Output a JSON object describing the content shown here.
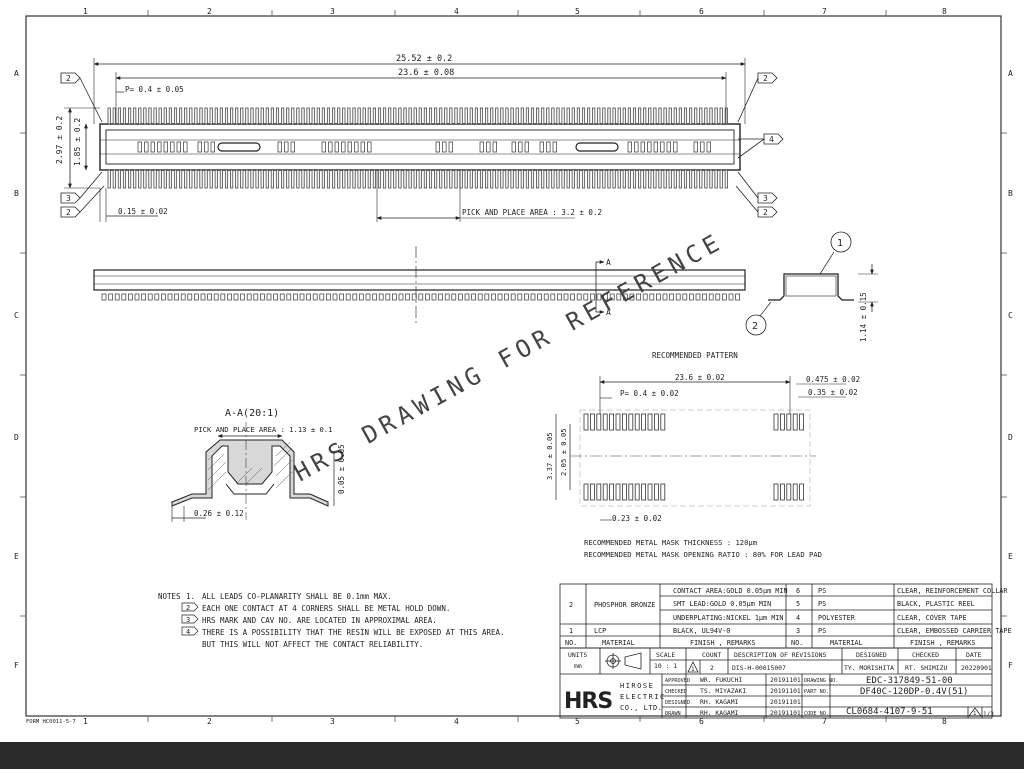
{
  "border": {
    "cols": [
      "1",
      "2",
      "3",
      "4",
      "5",
      "6",
      "7",
      "8"
    ],
    "rows": [
      "A",
      "B",
      "C",
      "D",
      "E",
      "F"
    ]
  },
  "top_view": {
    "dim_overall": "25.52 ± 0.2",
    "dim_pitch_span": "23.6 ± 0.08",
    "dim_pitch": "P= 0.4 ± 0.05",
    "dim_height_outer": "2.97 ± 0.2",
    "dim_height_inner": "1.85 ± 0.2",
    "dim_offset": "0.15 ± 0.02",
    "pick_area": "PICK AND PLACE AREA : 3.2 ± 0.2",
    "callout_2": "2",
    "callout_3": "3",
    "callout_4": "4"
  },
  "side_view": {
    "section_mark": "A"
  },
  "end_view": {
    "item1": "1",
    "item2": "2",
    "dim_height": "1.14 ± 0.15"
  },
  "section_view": {
    "title": "A-A(20:1)",
    "pick_area": "PICK AND PLACE AREA : 1.13 ± 0.1",
    "dim_height": "0.05 ± 0.05",
    "dim_width": "0.26 ± 0.12"
  },
  "pattern": {
    "title": "RECOMMENDED PATTERN",
    "dim_span": "23.6 ± 0.02",
    "dim_pad_w": "0.475 ± 0.02",
    "dim_pad_gap": "0.35 ± 0.02",
    "dim_pitch": "P= 0.4 ± 0.02",
    "dim_outer": "3.37 ± 0.05",
    "dim_inner": "2.05 ± 0.05",
    "dim_bottom": "0.23 ± 0.02",
    "mask_thickness": "RECOMMENDED METAL MASK THICKNESS : 120μm",
    "mask_ratio": "RECOMMENDED METAL MASK OPENING RATIO : 80% FOR LEAD PAD"
  },
  "watermark": "HRS DRAWING FOR REFERENCE",
  "notes": {
    "header": "NOTES",
    "items": [
      {
        "num": "1.",
        "text": "ALL LEADS CO-PLANARITY SHALL BE 0.1mm MAX."
      },
      {
        "num": "2",
        "text": "EACH ONE CONTACT AT 4 CORNERS SHALL BE METAL HOLD DOWN."
      },
      {
        "num": "3",
        "text": "HRS MARK AND CAV NO. ARE LOCATED IN APPROXIMAL AREA."
      },
      {
        "num": "4",
        "text": "THERE IS A POSSIBILITY THAT THE RESIN WILL BE EXPOSED AT THIS AREA."
      },
      {
        "num": "",
        "text": "BUT THIS WILL NOT AFFECT THE CONTACT RELIABILITY."
      }
    ]
  },
  "bom": {
    "left": {
      "no2": "2",
      "mat2": "PHOSPHOR BRONZE",
      "fin2a": "CONTACT AREA:GOLD 0.05μm MIN",
      "fin2b": "SMT LEAD:GOLD 0.05μm MIN",
      "fin2c": "UNDERPLATING:NICKEL 1μm MIN",
      "no1": "1",
      "mat1": "LCP",
      "fin1": "BLACK, UL94V-0",
      "h_no": "NO.",
      "h_mat": "MATERIAL",
      "h_fin": "FINISH , REMARKS"
    },
    "right": {
      "rows": [
        {
          "no": "6",
          "mat": "PS",
          "fin": "CLEAR, REINFORCEMENT COLLAR"
        },
        {
          "no": "5",
          "mat": "PS",
          "fin": "BLACK, PLASTIC REEL"
        },
        {
          "no": "4",
          "mat": "POLYESTER",
          "fin": "CLEAR, COVER TAPE"
        },
        {
          "no": "3",
          "mat": "PS",
          "fin": "CLEAR, EMBOSSED CARRIER TAPE"
        }
      ],
      "h_no": "NO.",
      "h_mat": "MATERIAL",
      "h_fin": "FINISH , REMARKS"
    }
  },
  "title_block": {
    "units": "UNITS",
    "units_val": "mm",
    "scale": "SCALE",
    "scale_val": "10 : 1",
    "rev_count_h": "COUNT",
    "rev_desc_h": "DESCRIPTION OF REVISIONS",
    "rev_designed_h": "DESIGNED",
    "rev_checked_h": "CHECKED",
    "rev_date_h": "DATE",
    "rev_mark": "1",
    "rev_count": "2",
    "rev_desc": "DIS-H-00015007",
    "rev_designed": "TY. MORISHITA",
    "rev_checked": "RT. SHIMIZU",
    "rev_date": "20220901",
    "approved": "APPROVED",
    "approved_name": "WR. FUKUCHI",
    "approved_date": "20191101",
    "checked": "CHECKED",
    "checked_name": "TS. MIYAZAKI",
    "checked_date": "20191101",
    "designed": "DESIGNED",
    "designed_name": "RH. KAGAMI",
    "designed_date": "20191101",
    "drawn": "DRAWN",
    "drawn_name": "RH. KAGAMI",
    "drawn_date": "20191101",
    "logo": "HRS",
    "company_1": "HIROSE",
    "company_2": "ELECTRIC",
    "company_3": "CO., LTD.",
    "drawing_no_label": "DRAWING NO.",
    "drawing_no": "EDC-317849-51-00",
    "part_no_label": "PART NO.",
    "part_no": "DF40C-120DP-0.4V(51)",
    "code_no_label": "CODE NO.",
    "code_no": "CL0684-4107-9-51",
    "rev_mark_box": "1",
    "sheet": "1/3"
  },
  "form_no": "FORM HC0011-5-7"
}
